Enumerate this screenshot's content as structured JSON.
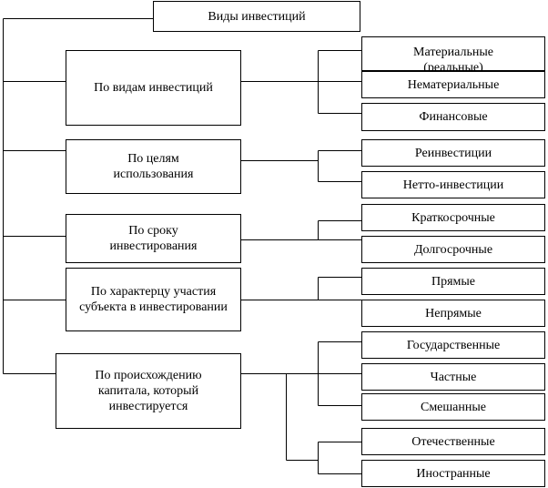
{
  "title": "Виды инвестиций",
  "categories": [
    {
      "label": "По видам инвестиций",
      "items": [
        "Материальные (реальные)",
        "Нематериальные",
        "Финансовые"
      ]
    },
    {
      "label": "По целям использования",
      "items": [
        "Реинвестиции",
        "Нетто-инвестиции"
      ]
    },
    {
      "label": "По сроку инвестирования",
      "items": [
        "Краткосрочные",
        "Долгосрочные"
      ]
    },
    {
      "label": "По характерцу участия субъекта в инвестировании",
      "items": [
        "Прямые",
        "Непрямые"
      ]
    },
    {
      "label": "По происхождению капитала, который инвестируется",
      "items": [
        "Государственные",
        "Частные",
        "Смешанные",
        "Отечественные",
        "Иностранные"
      ]
    }
  ]
}
